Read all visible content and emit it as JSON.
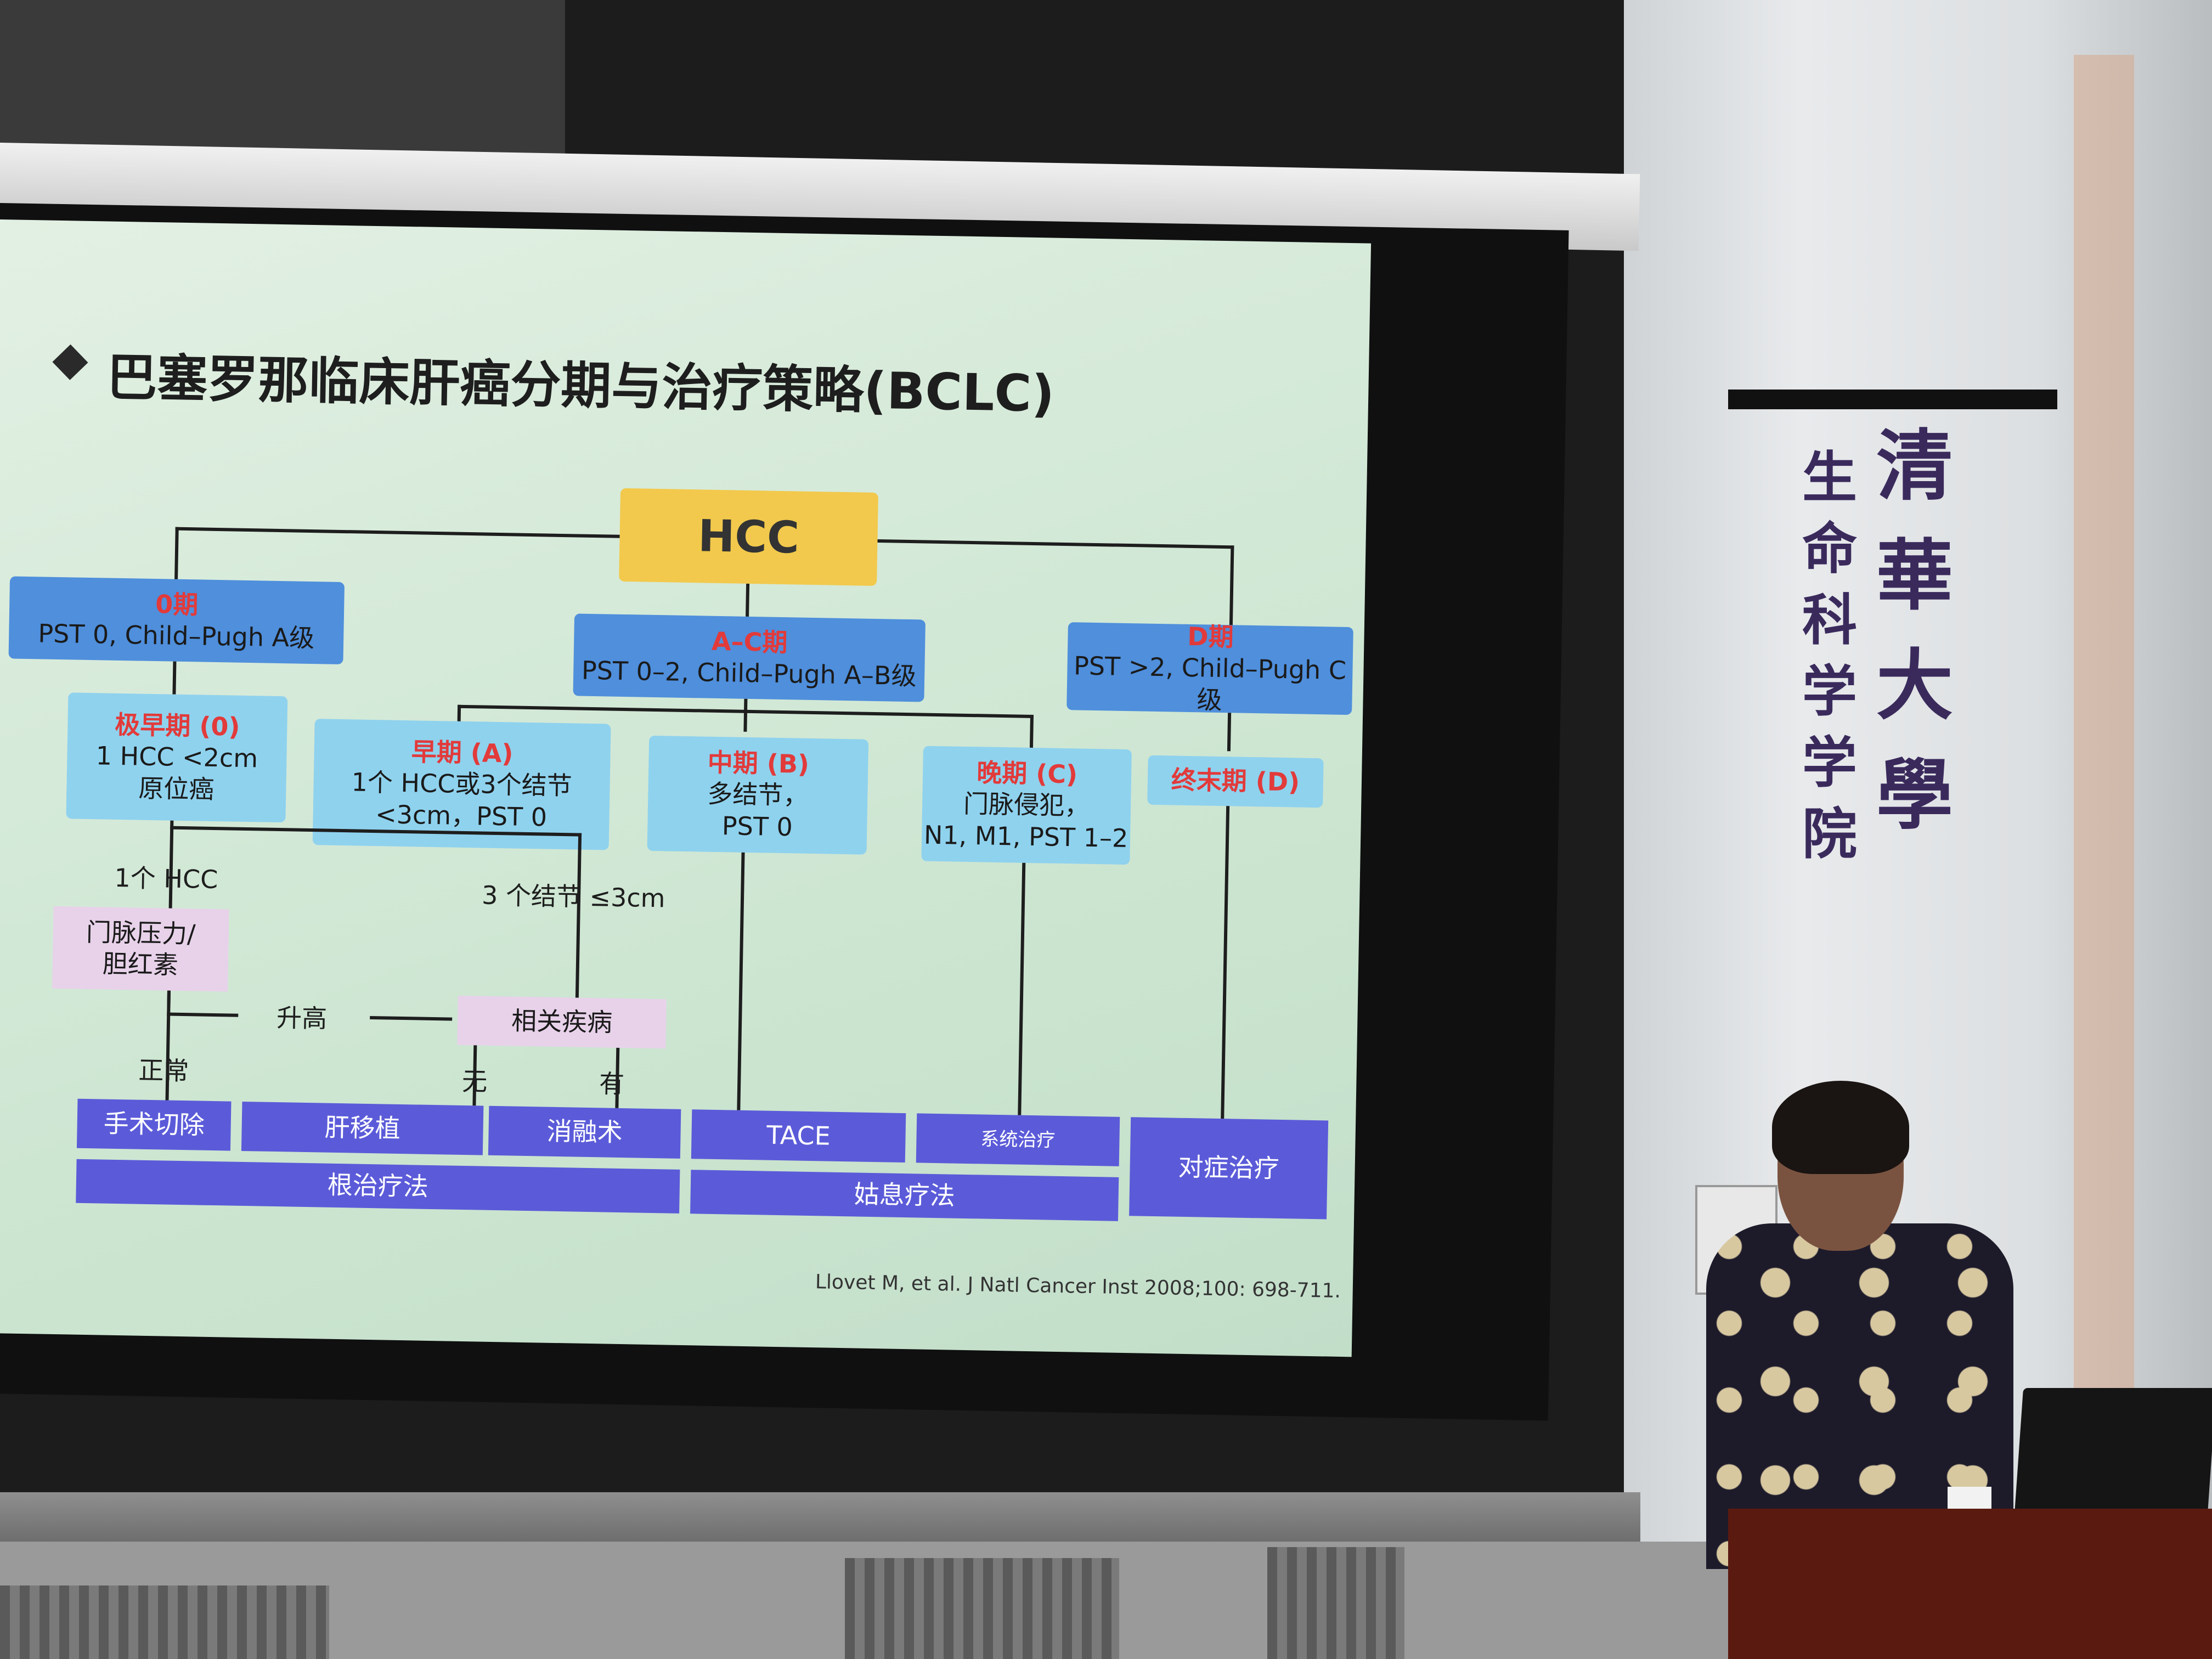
{
  "slide": {
    "title": "巴塞罗那临床肝癌分期与治疗策略(BCLC)",
    "root": "HCC",
    "stage_0": {
      "name": "0期",
      "criteria": "PST 0, Child–Pugh A级"
    },
    "stage_ac": {
      "name": "A–C期",
      "criteria": "PST 0–2, Child–Pugh A–B级"
    },
    "stage_d": {
      "name": "D期",
      "criteria": "PST >2, Child–Pugh C级"
    },
    "very_early": {
      "name": "极早期 (0)",
      "line1": "1 HCC <2cm",
      "line2": "原位癌"
    },
    "early": {
      "name": "早期 (A)",
      "line1": "1个 HCC或3个结节",
      "line2": "<3cm，PST 0"
    },
    "intermediate": {
      "name": "中期 (B)",
      "line1": "多结节，",
      "line2": "PST 0"
    },
    "advanced": {
      "name": "晚期 (C)",
      "line1": "门脉侵犯，",
      "line2": "N1, M1, PST 1–2"
    },
    "terminal": {
      "name": "终末期 (D)"
    },
    "label_1hcc": "1个 HCC",
    "label_3nodules": "3 个结节 ≤3cm",
    "portal_pressure": {
      "line1": "门脉压力/",
      "line2": "胆红素"
    },
    "label_elevated": "升高",
    "associated_disease": "相关疾病",
    "label_normal": "正常",
    "label_none": "无",
    "label_yes": "有",
    "treatments": {
      "resection": "手术切除",
      "transplant": "肝移植",
      "ablation": "消融术",
      "tace": "TACE",
      "systemic": "系统治疗",
      "symptomatic": "对症治疗"
    },
    "curative": "根治疗法",
    "palliative": "姑息疗法",
    "citation": "Llovet M, et al. J Natl Cancer Inst 2008;100: 698-711."
  },
  "wall_sign": {
    "school": [
      "生",
      "命",
      "科",
      "学",
      "学",
      "院"
    ],
    "university": [
      "清",
      "華",
      "大",
      "學"
    ]
  },
  "colors": {
    "slide_bg": "#cde6d2",
    "stage_box": "#4f8fdc",
    "substage_box": "#8fd2ee",
    "treatment_box": "#5b5bd9",
    "root_box": "#f2c94c",
    "stage_text": "#e23a3a"
  }
}
